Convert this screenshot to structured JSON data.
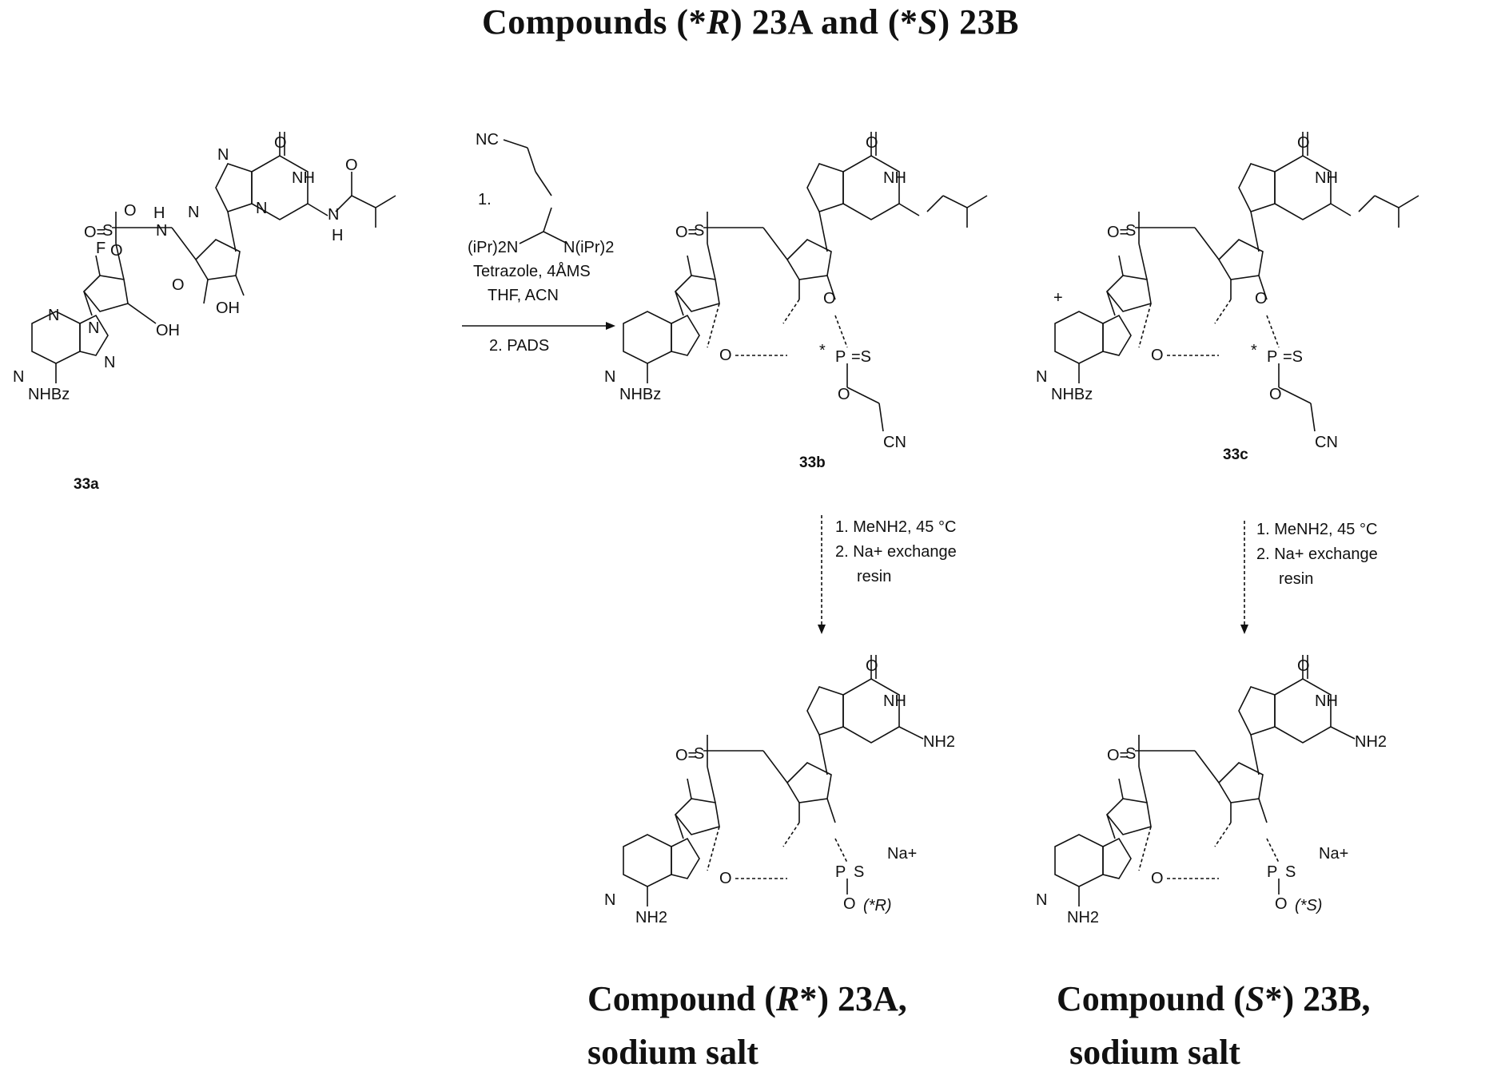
{
  "title": {
    "prefix": "Compounds (*",
    "r": "R",
    "mid": ") 23A and (*",
    "s": "S",
    "suffix": ") 23B"
  },
  "compounds": {
    "start": "33a",
    "mid_r": "33b",
    "mid_s": "33c",
    "product_a": {
      "line1_prefix": "Compound (",
      "line1_italic": "R",
      "line1_suffix": "*) 23A,",
      "line2": "sodium salt",
      "stereo": "(*R)"
    },
    "product_b": {
      "line1_prefix": "Compound (",
      "line1_italic": "S",
      "line1_suffix": "*) 23B,",
      "line2": "sodium salt",
      "stereo": "(*S)"
    }
  },
  "reagents_step1": {
    "num1": "1.",
    "nc": "NC",
    "phos_left": "(iPr)2N",
    "phos_right": "N(iPr)2",
    "cond1": "Tetrazole, 4ÅMS",
    "cond2": "THF, ACN",
    "step2": "2. PADS"
  },
  "reagents_step2": {
    "line1": "1. MeNH2, 45 °C",
    "line2": "2. Na+ exchange",
    "line3": "resin"
  },
  "plus": "+",
  "atoms": {
    "O": "O",
    "N": "N",
    "NH": "NH",
    "H": "H",
    "F": "F",
    "S": "S",
    "P": "P",
    "OH": "OH",
    "NHBz": "NHBz",
    "NH2": "NH2",
    "CN": "CN",
    "Na": "Na+",
    "star": "*"
  }
}
